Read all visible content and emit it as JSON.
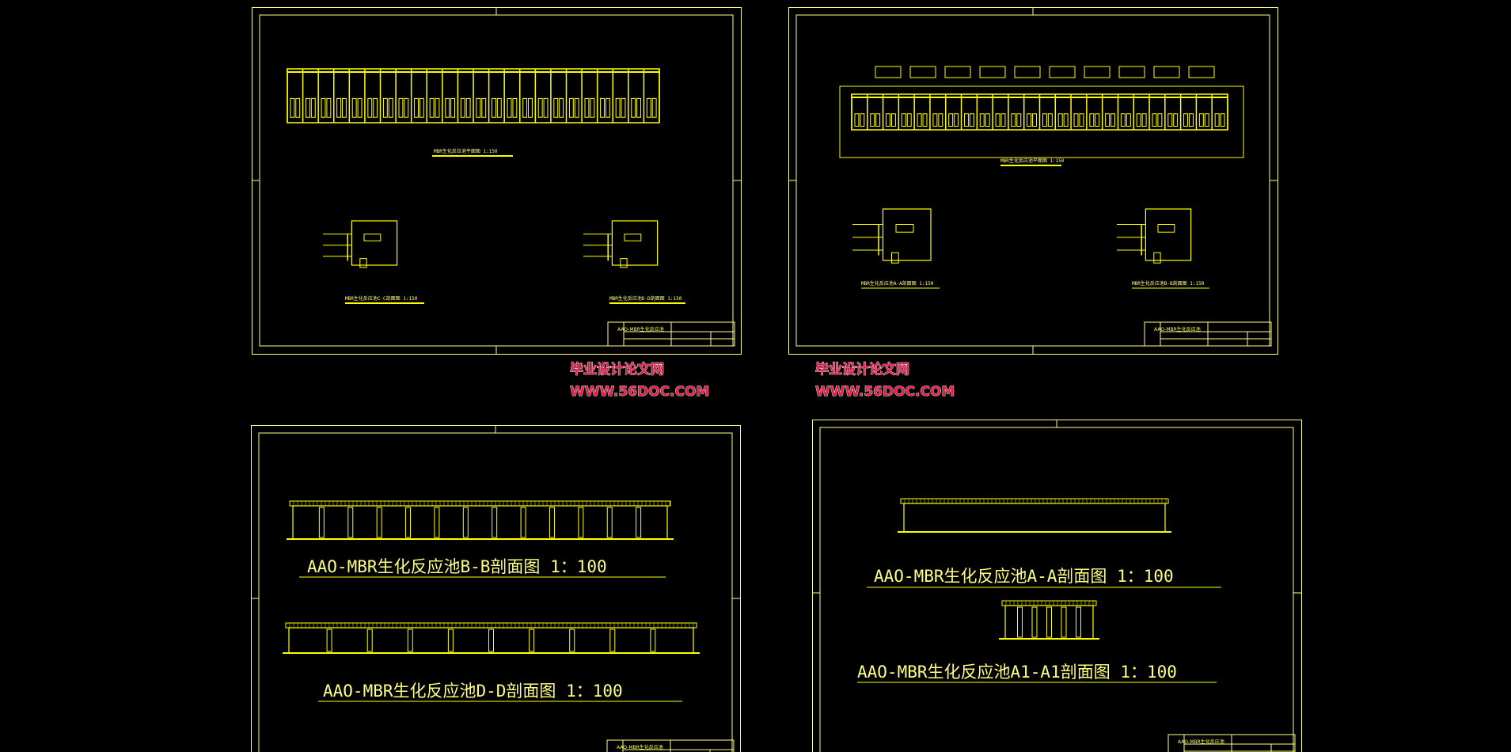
{
  "colors": {
    "background": "#000000",
    "frame": "#ffff80",
    "drawing": "#ffff00",
    "watermark": "#e0204a"
  },
  "sheets": [
    {
      "captions": [
        "MBR生化反应池平面图 1:150",
        "MBR生化反应池C-C剖面图 1:150",
        "MBR生化反应池D-D剖面图 1:150"
      ],
      "title_block": "AAO-MBR生化反应池"
    },
    {
      "captions": [
        "MBR生化反应池平面图 1:150",
        "MBR生化反应池A-A剖面图 1:150",
        "MBR生化反应池B-B剖面图 1:150"
      ],
      "title_block": "AAO-MBR生化反应池"
    },
    {
      "captions": [
        "AAO-MBR生化反应池B-B剖面图 1：100",
        "AAO-MBR生化反应池D-D剖面图 1：100"
      ],
      "title_block": "AAO-MBR生化反应池"
    },
    {
      "captions": [
        "AAO-MBR生化反应池A-A剖面图 1：100",
        "AAO-MBR生化反应池A1-A1剖面图 1：100"
      ],
      "title_block": "AAO-MBR生化反应池"
    }
  ],
  "watermarks": [
    {
      "site_name": "毕业设计论文网",
      "url": "WWW.56DOC.COM"
    },
    {
      "site_name": "毕业设计论文网",
      "url": "WWW.56DOC.COM"
    }
  ]
}
